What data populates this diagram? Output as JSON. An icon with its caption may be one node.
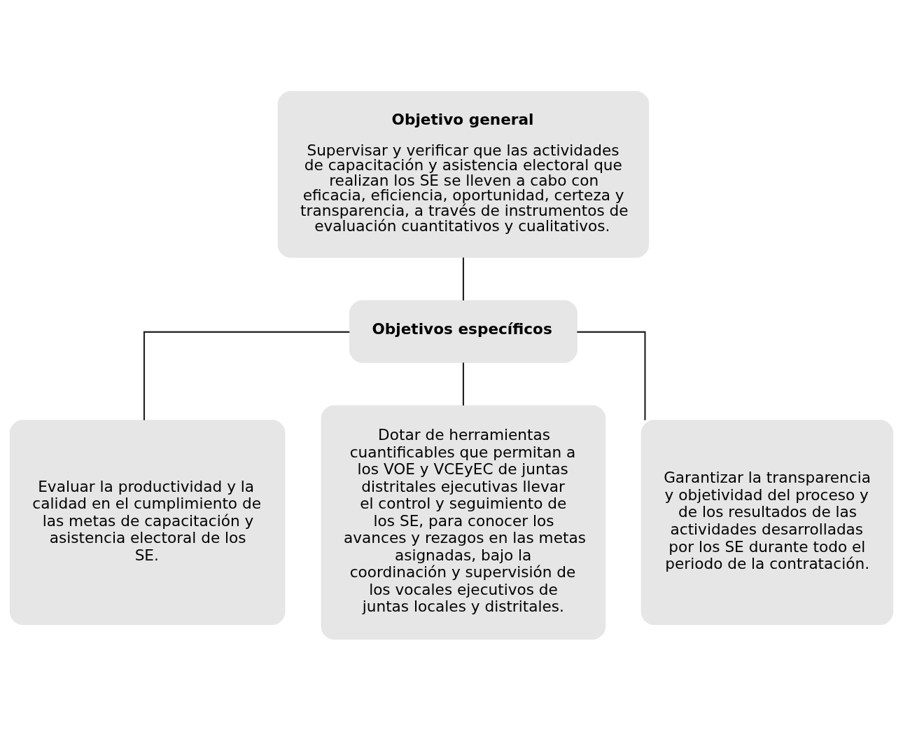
{
  "diagram": {
    "nodes": [
      {
        "text": [
          "Objetivo general",
          "Supervisar y verificar que las actividades de capacitación y asistencia electoral que realizan los SE se lleven a cabo con eficacia, eficiencia, oportunidad, certeza y transparencia, a través de instrumentos de evaluación cuantitativos y cualitativos."
        ]
      },
      {
        "text": [
          "Objetivos específicos"
        ]
      },
      {
        "text": [
          "Evaluar la productividad y la calidad en el cumplimiento de las metas de capacitación y asistencia electoral de los SE."
        ]
      },
      {
        "text": [
          "Dotar de herramientas cuantificables que permitan a los VOE y VCEyEC de juntas distritales ejecutivas llevar el control y seguimiento de los SE, para conocer los avances y rezagos en las metas asignadas, bajo la coordinación y supervisión de los vocales ejecutivos de juntas locales y distritales."
        ]
      },
      {
        "text": [
          "Garantizar la transparencia y objetividad del proceso y de los resultados de las actividades desarrolladas por los SE durante todo el periodo de la contratación."
        ]
      }
    ],
    "edges": [
      {
        "from": 0,
        "to": 1,
        "arrow": "none"
      },
      {
        "from": 1,
        "to": 2,
        "arrow": "none"
      },
      {
        "from": 1,
        "to": 3,
        "arrow": "none"
      },
      {
        "from": 1,
        "to": 4,
        "arrow": "none"
      }
    ]
  }
}
